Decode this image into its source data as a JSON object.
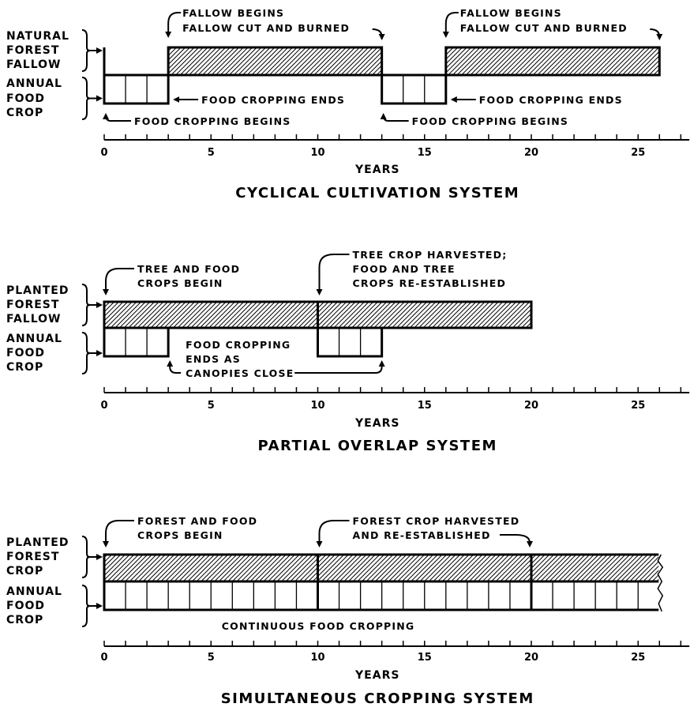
{
  "panels": [
    {
      "title": "CYCLICAL CULTIVATION SYSTEM",
      "axis_label": "YEARS",
      "ticks": [
        "0",
        "5",
        "10",
        "15",
        "20",
        "25"
      ],
      "labels_top": [
        "NATURAL",
        "FOREST",
        "FALLOW"
      ],
      "labels_bottom": [
        "ANNUAL",
        "FOOD",
        "CROP"
      ],
      "forest_segments": [
        [
          3,
          13
        ],
        [
          16,
          26
        ]
      ],
      "food_segments": [
        [
          0,
          3
        ],
        [
          13,
          16
        ]
      ],
      "annotations": [
        [
          "FALLOW BEGINS",
          "FALLOW CUT AND BURNED"
        ],
        [
          "FOOD CROPPING ENDS"
        ],
        [
          "FOOD CROPPING BEGINS"
        ],
        [
          "FALLOW BEGINS",
          "FALLOW CUT AND BURNED"
        ],
        [
          "FOOD CROPPING ENDS"
        ],
        [
          "FOOD CROPPING BEGINS"
        ]
      ]
    },
    {
      "title": "PARTIAL OVERLAP SYSTEM",
      "axis_label": "YEARS",
      "ticks": [
        "0",
        "5",
        "10",
        "15",
        "20",
        "25"
      ],
      "labels_top": [
        "PLANTED",
        "FOREST",
        "FALLOW"
      ],
      "labels_bottom": [
        "ANNUAL",
        "FOOD",
        "CROP"
      ],
      "forest_segments": [
        [
          0,
          20
        ]
      ],
      "forest_dividers": [
        10
      ],
      "food_segments": [
        [
          0,
          3
        ],
        [
          10,
          13
        ]
      ],
      "annotations": [
        [
          "TREE AND FOOD",
          "CROPS BEGIN"
        ],
        [
          "TREE CROP HARVESTED;",
          "FOOD AND TREE",
          "CROPS RE-ESTABLISHED"
        ],
        [
          "FOOD CROPPING",
          "ENDS AS",
          "CANOPIES CLOSE"
        ]
      ]
    },
    {
      "title": "SIMULTANEOUS CROPPING SYSTEM",
      "axis_label": "YEARS",
      "ticks": [
        "0",
        "5",
        "10",
        "15",
        "20",
        "25"
      ],
      "labels_top": [
        "PLANTED",
        "FOREST",
        "CROP"
      ],
      "labels_bottom": [
        "ANNUAL",
        "FOOD",
        "CROP"
      ],
      "forest_segments": [
        [
          0,
          26
        ]
      ],
      "forest_dividers": [
        10,
        20
      ],
      "food_segments": [
        [
          0,
          26
        ]
      ],
      "continues": true,
      "annotations": [
        [
          "FOREST AND FOOD",
          "CROPS BEGIN"
        ],
        [
          "FOREST CROP HARVESTED",
          "AND RE-ESTABLISHED"
        ],
        [
          "CONTINUOUS FOOD CROPPING"
        ]
      ]
    }
  ]
}
